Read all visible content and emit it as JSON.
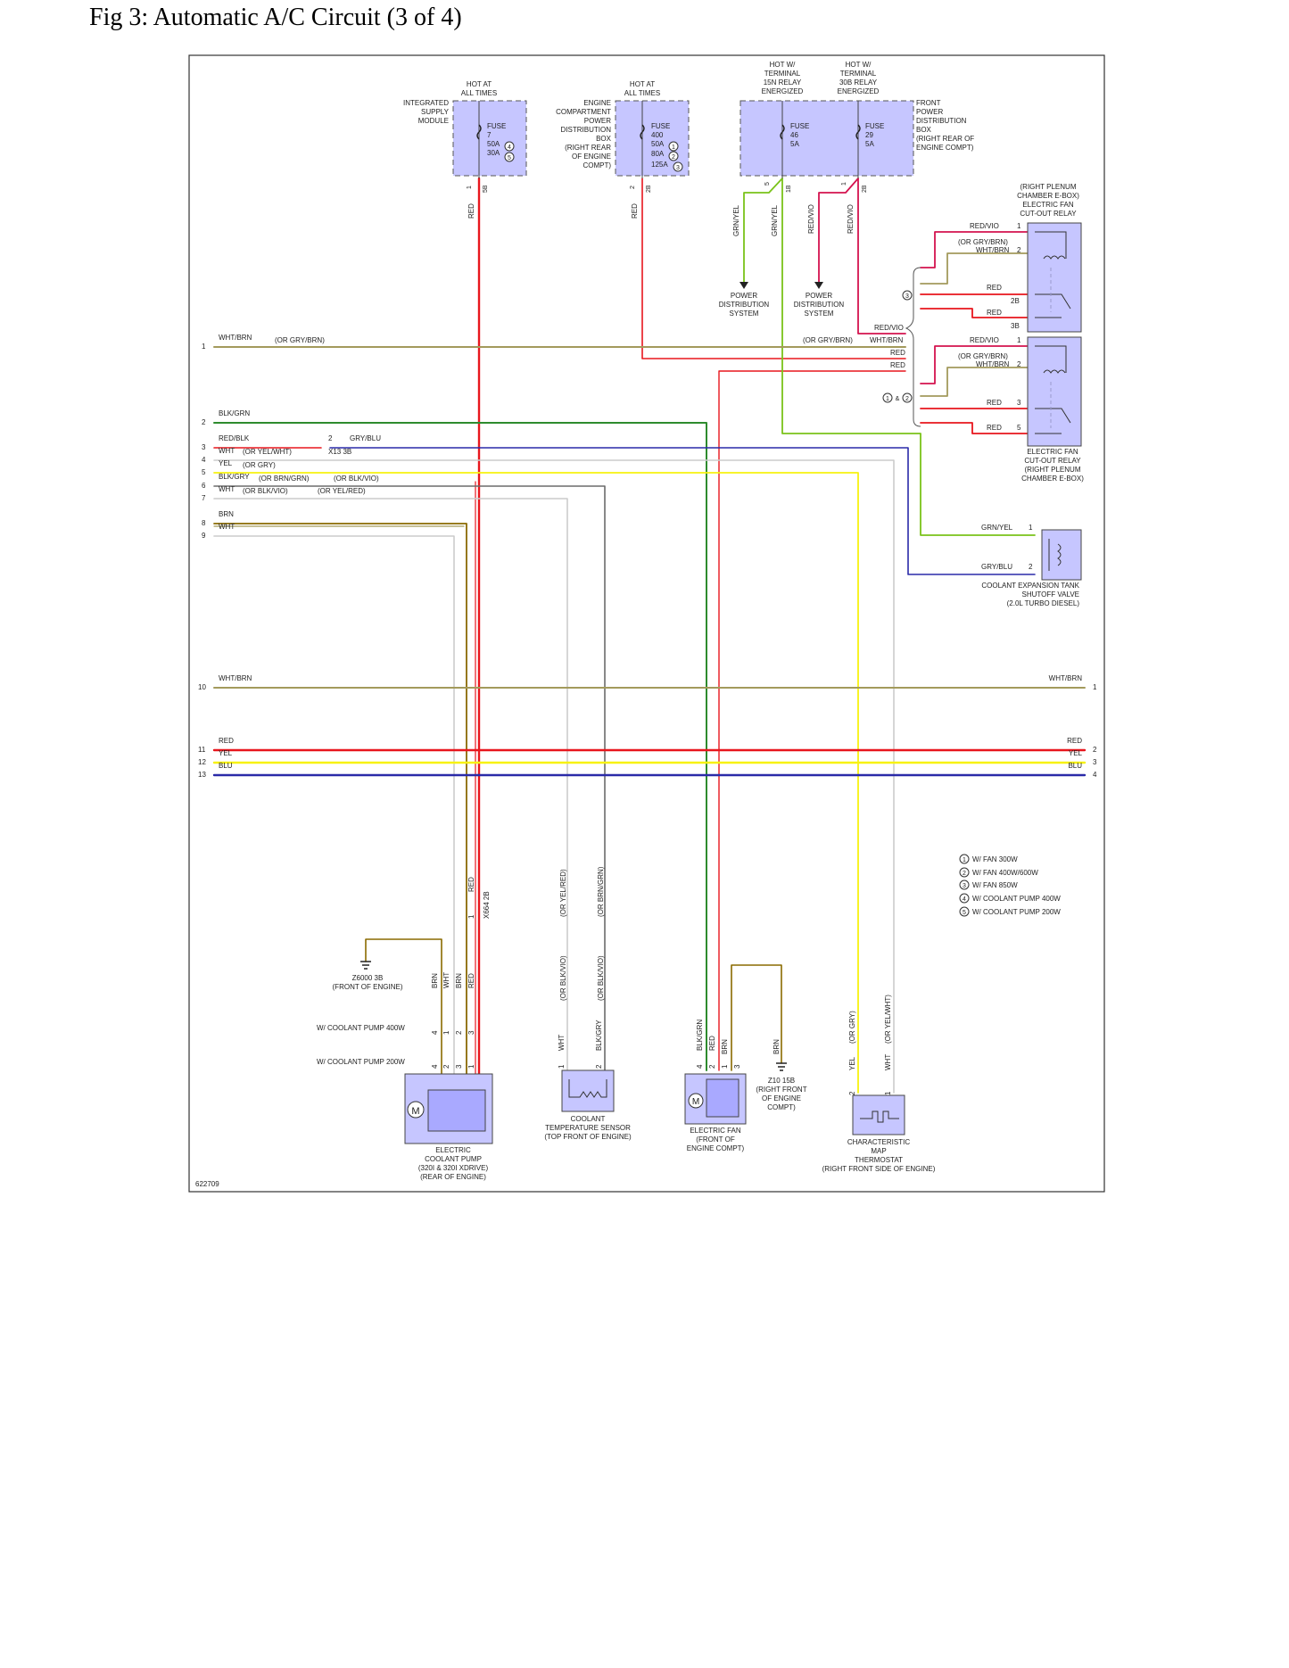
{
  "title": "Fig 3: Automatic A/C Circuit (3 of 4)",
  "figure_id": "622709",
  "colors": {
    "red": "#e8161d",
    "wht_brn": "#a39a5c",
    "blk_grn": "#2e8b2e",
    "grn_yel": "#7ac31a",
    "red_vio": "#d4134f",
    "blue": "#2a2aa8",
    "yellow": "#f7f20f",
    "white": "#cccccc",
    "brown": "#8a6a00",
    "grey": "#6b6b6b",
    "box_fill": "#c6c6ff"
  },
  "hot": {
    "ism": [
      "HOT AT",
      "ALL TIMES"
    ],
    "epdb": [
      "HOT AT",
      "ALL TIMES"
    ],
    "t15": [
      "HOT W/",
      "TERMINAL",
      "15N RELAY",
      "ENERGIZED"
    ],
    "t30": [
      "HOT W/",
      "TERMINAL",
      "30B RELAY",
      "ENERGIZED"
    ]
  },
  "modules": {
    "ism": [
      "INTEGRATED",
      "SUPPLY",
      "MODULE"
    ],
    "epdb": [
      "ENGINE",
      "COMPARTMENT",
      "POWER",
      "DISTRIBUTION",
      "BOX",
      "(RIGHT REAR",
      "OF ENGINE",
      "COMPT)"
    ],
    "fpdb": [
      "FRONT",
      "POWER",
      "DISTRIBUTION",
      "BOX",
      "(RIGHT REAR OF",
      "ENGINE COMPT)"
    ]
  },
  "fuses": {
    "f7": [
      "FUSE",
      "7",
      "50A",
      "30A"
    ],
    "f400": [
      "FUSE",
      "400",
      "50A",
      "80A",
      "125A"
    ],
    "f46": [
      "FUSE",
      "46",
      "5A"
    ],
    "f29": [
      "FUSE",
      "29",
      "5A"
    ]
  },
  "fuse_notes": {
    "f7_a": "4",
    "f7_b": "5",
    "f400_a": "1",
    "f400_b": "2",
    "f400_c": "3"
  },
  "top_pins": {
    "ism_pin": "1",
    "ism_conn": "5B",
    "epdb_pin": "2",
    "epdb_conn": "2B",
    "f46_pin": "5",
    "f46_conn": "1B",
    "f29_pin": "1",
    "f29_conn": "2B"
  },
  "top_wires": {
    "red1": "RED",
    "red2": "RED",
    "grnyel1": "GRN/YEL",
    "grnyel2": "GRN/YEL",
    "redvio1": "RED/VIO",
    "redvio2": "RED/VIO"
  },
  "power_dist": [
    "POWER",
    "DISTRIBUTION",
    "SYSTEM"
  ],
  "relay_top": {
    "label": [
      "(RIGHT PLENUM",
      "CHAMBER E-BOX)",
      "ELECTRIC FAN",
      "CUT-OUT RELAY"
    ],
    "w1": "RED/VIO",
    "p1": "1",
    "w2a": "(OR GRY/BRN)",
    "w2b": "WHT/BRN",
    "p2": "2",
    "w3": "RED",
    "p3": "2B",
    "w4": "RED",
    "p4": "3B",
    "note": "3"
  },
  "relay_bot": {
    "label": [
      "ELECTRIC FAN",
      "CUT-OUT RELAY",
      "(RIGHT PLENUM",
      "CHAMBER E-BOX)"
    ],
    "w0": "RED/VIO",
    "w1": "RED/VIO",
    "p1": "1",
    "w2a": "(OR GRY/BRN)",
    "w2b": "WHT/BRN",
    "p2": "2",
    "w3": "RED",
    "p3": "3",
    "w4": "RED",
    "p4": "5",
    "note_a": "1",
    "note_amp": "&",
    "note_b": "2"
  },
  "mid_labels": {
    "or_gry_brn": "(OR GRY/BRN)",
    "wht_brn": "WHT/BRN",
    "red1": "RED",
    "red2": "RED"
  },
  "left_rows": {
    "n1": "1",
    "w1": "WHT/BRN",
    "w1b": "(OR GRY/BRN)",
    "n2": "2",
    "w2": "BLK/GRN",
    "n3": "3",
    "w3": "RED/BLK",
    "c3a": "2",
    "c3b": "GRY/BLU",
    "c3c": "X13 3B",
    "n4": "4",
    "w4": "WHT",
    "w4b": "(OR YEL/WHT)",
    "n5": "5",
    "w5": "YEL",
    "w5b": "(OR GRY)",
    "n6": "6",
    "w6": "BLK/GRY",
    "w6b": "(OR BRN/GRN)",
    "w6c": "(OR BLK/VIO)",
    "n7": "7",
    "w7": "WHT",
    "w7b": "(OR BLK/VIO)",
    "w7c": "(OR YEL/RED)",
    "n8": "8",
    "w8": "BRN",
    "n9": "9",
    "w9": "WHT",
    "n10": "10",
    "w10": "WHT/BRN",
    "n11": "11",
    "w11": "RED",
    "n12": "12",
    "w12": "YEL",
    "n13": "13",
    "w13": "BLU"
  },
  "right_rows": {
    "w10": "WHT/BRN",
    "p10": "1",
    "w11": "RED",
    "p11": "2",
    "w12": "YEL",
    "p12": "3",
    "w13": "BLU",
    "p13": "4"
  },
  "valve": {
    "w1": "GRN/YEL",
    "p1": "1",
    "w2": "GRY/BLU",
    "p2": "2",
    "label": [
      "COOLANT EXPANSION TANK",
      "SHUTOFF VALVE",
      "(2.0L TURBO DIESEL)"
    ]
  },
  "legend": [
    {
      "num": "1",
      "text": "W/ FAN 300W"
    },
    {
      "num": "2",
      "text": "W/ FAN 400W/600W"
    },
    {
      "num": "3",
      "text": "W/ FAN 850W"
    },
    {
      "num": "4",
      "text": "W/ COOLANT PUMP 400W"
    },
    {
      "num": "5",
      "text": "W/ COOLANT PUMP 200W"
    }
  ],
  "pump_area": {
    "splice_red": "RED",
    "splice_pin": "1",
    "splice_conn": "X664 2B",
    "ground": [
      "Z6000 3B",
      "(FRONT OF ENGINE)"
    ],
    "wires": [
      "BRN",
      "WHT",
      "BRN",
      "RED"
    ],
    "note400": "W/ COOLANT PUMP 400W",
    "pins400": [
      "4",
      "1",
      "2",
      "3"
    ],
    "note200": "W/ COOLANT PUMP 200W",
    "pins200": [
      "4",
      "2",
      "3",
      "1"
    ],
    "label": [
      "ELECTRIC",
      "COOLANT PUMP",
      "(320I & 320I XDRIVE)",
      "(REAR OF ENGINE)"
    ]
  },
  "sensor_area": {
    "a1": "(OR YEL/RED)",
    "a2": "(OR BRN/GRN)",
    "b1": "(OR BLK/VIO)",
    "b2": "(OR BLK/VIO)",
    "c1": "WHT",
    "c2": "BLK/GRY",
    "p1": "1",
    "p2": "2",
    "label": [
      "COOLANT",
      "TEMPERATURE SENSOR",
      "(TOP FRONT OF ENGINE)"
    ]
  },
  "fan_area": {
    "w1": "BLK/GRN",
    "w2": "RED",
    "w3": "BRN",
    "w4": "BRN",
    "p1": "4",
    "p2": "2",
    "p3": "1",
    "p4": "3",
    "ground": [
      "Z10 15B",
      "(RIGHT FRONT",
      "OF ENGINE",
      "COMPT)"
    ],
    "label": [
      "ELECTRIC FAN",
      "(FRONT OF",
      "ENGINE COMPT)"
    ]
  },
  "thermo_area": {
    "a1": "(OR GRY)",
    "a2": "(OR YEL/WHT)",
    "c1": "YEL",
    "c2": "WHT",
    "p1": "2",
    "p2": "1",
    "label": [
      "CHARACTERISTIC",
      "MAP",
      "THERMOSTAT",
      "(RIGHT FRONT SIDE OF ENGINE)"
    ]
  }
}
